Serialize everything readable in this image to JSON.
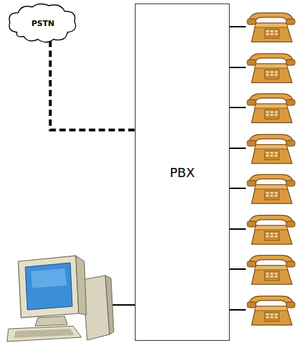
{
  "diagram": {
    "nodes": [
      {
        "text": [
          "PSTN"
        ]
      },
      {
        "text": [
          "PBX"
        ]
      }
    ],
    "edges": [
      {
        "from": 0,
        "to": 1,
        "arrow": "none"
      }
    ]
  }
}
